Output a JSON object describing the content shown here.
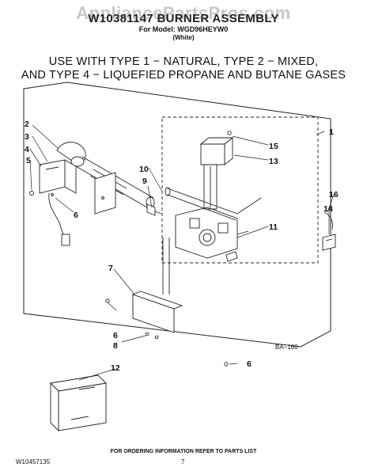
{
  "watermark": "AppliancePartsPros.com",
  "header": {
    "title": "W10381147 BURNER ASSEMBLY",
    "model": "For Model: WGD96HEYW0",
    "color": "(White)"
  },
  "heading": {
    "line1": "USE WITH TYPE 1 − NATURAL, TYPE 2 − MIXED,",
    "line2": "AND TYPE 4 − LIQUEFIED PROPANE AND BUTANE GASES"
  },
  "callouts": {
    "c1": "1",
    "c2": "2",
    "c3": "3",
    "c4": "4",
    "c5": "5",
    "c6a": "6",
    "c6b": "6",
    "c6c": "6",
    "c7": "7",
    "c8": "8",
    "c9": "9",
    "c10": "10",
    "c11": "11",
    "c12": "12",
    "c13": "13",
    "c14": "14",
    "c15": "15",
    "c16": "16"
  },
  "diagram_code": "BA−160",
  "footer": {
    "ordering_info": "FOR ORDERING INFORMATION REFER TO PARTS LIST",
    "doc_number": "W10457135",
    "page_number": "7"
  }
}
